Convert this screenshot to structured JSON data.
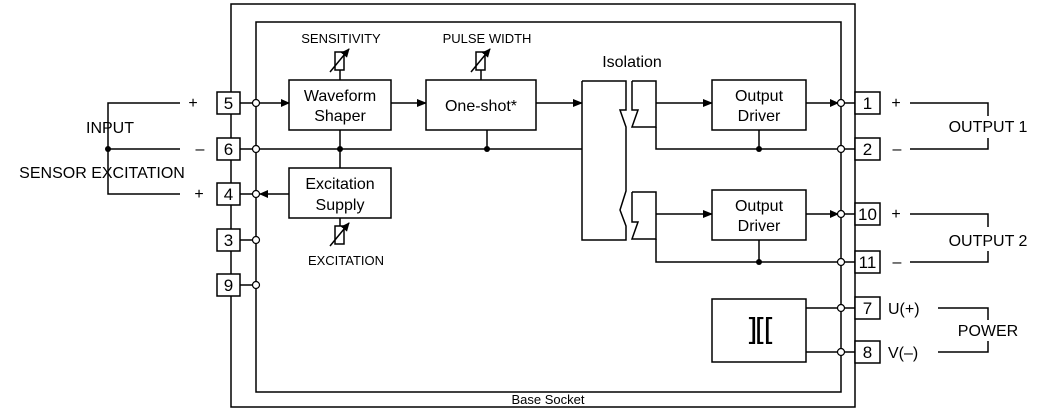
{
  "labels": {
    "input": "INPUT",
    "sensor_excitation": "SENSOR EXCITATION",
    "sensitivity": "SENSITIVITY",
    "pulse_width": "PULSE WIDTH",
    "isolation": "Isolation",
    "excitation": "EXCITATION",
    "base_socket": "Base Socket",
    "output1": "OUTPUT 1",
    "output2": "OUTPUT 2",
    "power": "POWER",
    "plus": "+",
    "minus": "–",
    "u_plus": "U(+)",
    "v_minus": "V(–)"
  },
  "blocks": {
    "waveform_l1": "Waveform",
    "waveform_l2": "Shaper",
    "oneshot": "One-shot*",
    "excitation_l1": "Excitation",
    "excitation_l2": "Supply",
    "driver1_l1": "Output",
    "driver1_l2": "Driver",
    "driver2_l1": "Output",
    "driver2_l2": "Driver",
    "transformer_symbol": "][["
  },
  "terminals": {
    "t5": "5",
    "t6": "6",
    "t4": "4",
    "t3": "3",
    "t9": "9",
    "t1": "1",
    "t2": "2",
    "t10": "10",
    "t11": "11",
    "t7": "7",
    "t8": "8"
  }
}
